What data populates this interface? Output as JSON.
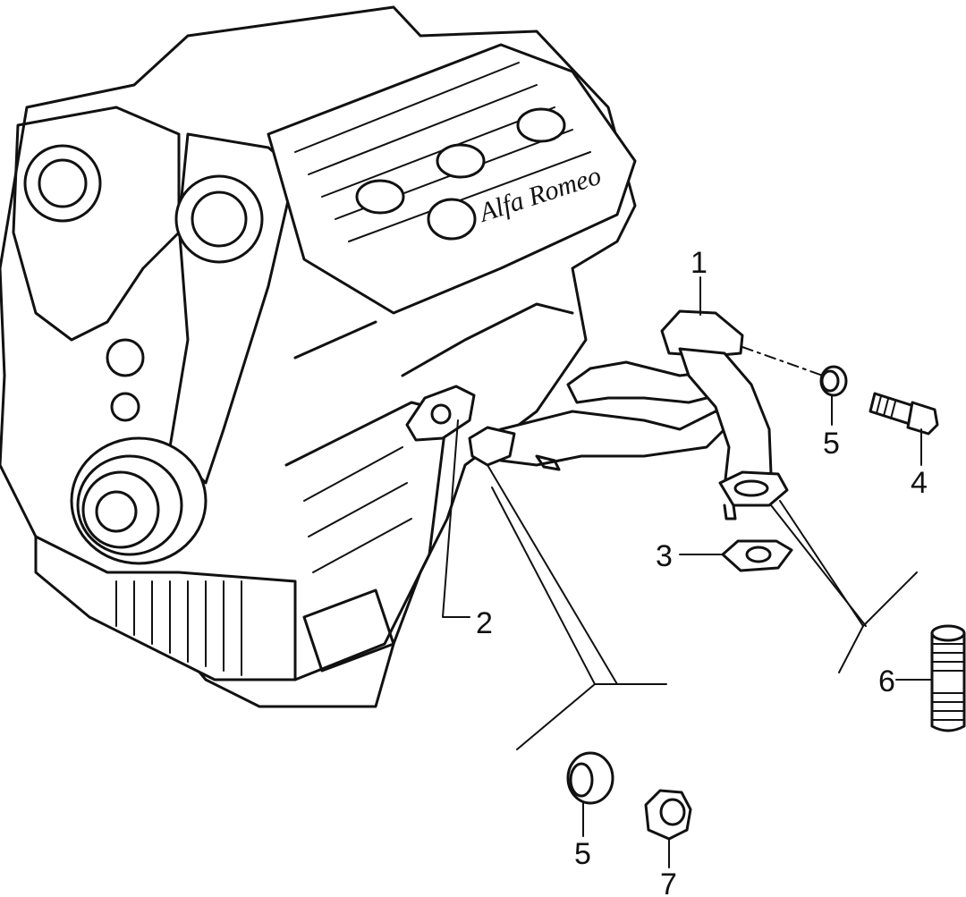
{
  "diagram": {
    "engine_logo": "Alfa Romeo",
    "callouts": [
      {
        "id": "c1",
        "label": "1"
      },
      {
        "id": "c2",
        "label": "2"
      },
      {
        "id": "c3",
        "label": "3"
      },
      {
        "id": "c4",
        "label": "4"
      },
      {
        "id": "c5a",
        "label": "5"
      },
      {
        "id": "c6",
        "label": "6"
      },
      {
        "id": "c5b",
        "label": "5"
      },
      {
        "id": "c7",
        "label": "7"
      }
    ]
  },
  "colors": {
    "line": "#111111",
    "background": "#ffffff"
  }
}
